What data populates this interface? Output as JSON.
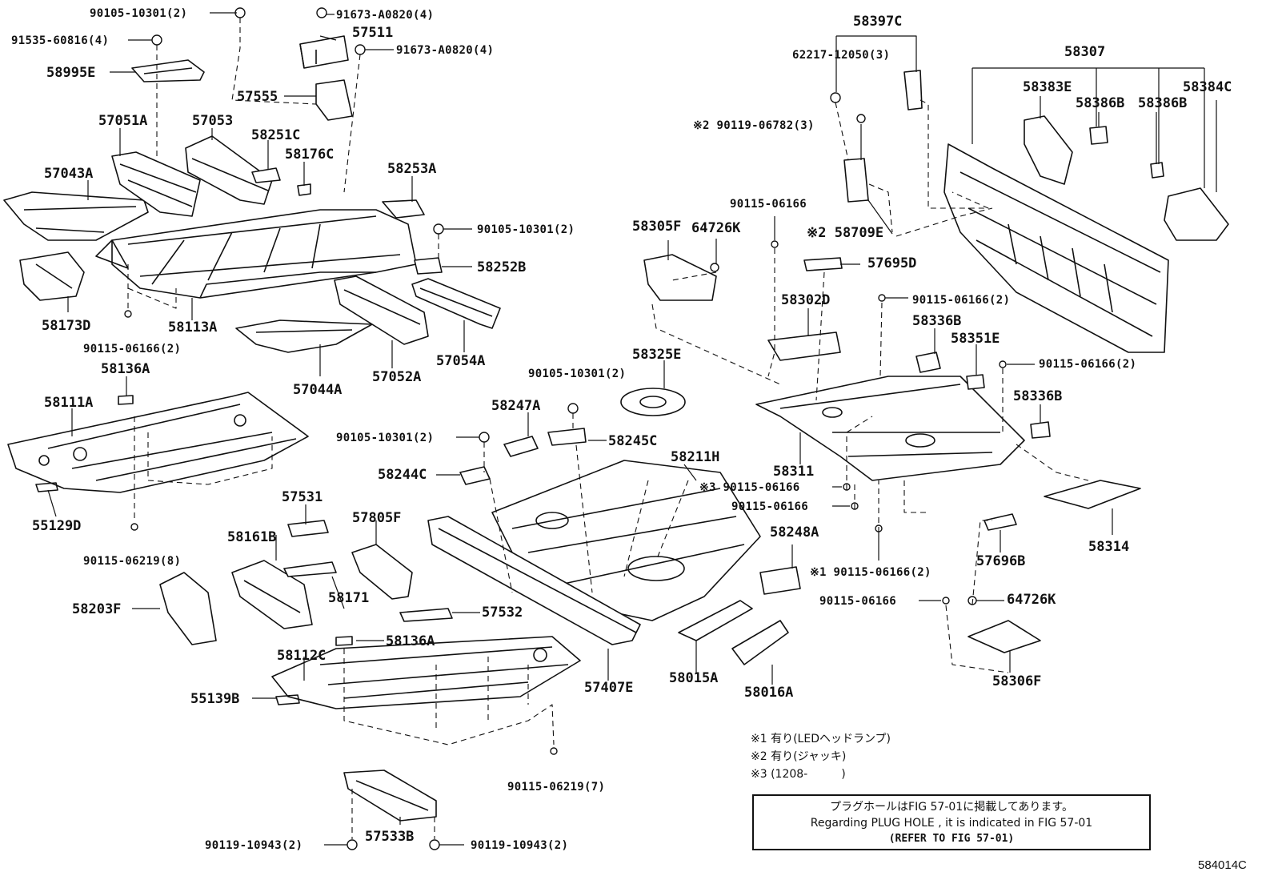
{
  "diagram": {
    "labels": {
      "l_90105_10301_tl": "90105-10301(2)",
      "l_91535_60816": "91535-60816(4)",
      "l_58995E": "58995E",
      "l_91673_a": "91673-A0820(4)",
      "l_57511": "57511",
      "l_91673_b": "91673-A0820(4)",
      "l_57555": "57555",
      "l_57051A": "57051A",
      "l_57053": "57053",
      "l_58251C": "58251C",
      "l_58176C": "58176C",
      "l_57043A": "57043A",
      "l_58253A": "58253A",
      "l_90105_10301_m": "90105-10301(2)",
      "l_58252B": "58252B",
      "l_58173D": "58173D",
      "l_58113A": "58113A",
      "l_90115_06166_l": "90115-06166(2)",
      "l_57044A": "57044A",
      "l_57052A": "57052A",
      "l_57054A": "57054A",
      "l_58136A_t": "58136A",
      "l_58111A": "58111A",
      "l_55129D": "55129D",
      "l_90115_06219_8": "90115-06219(8)",
      "l_57531": "57531",
      "l_58161B": "58161B",
      "l_57805F": "57805F",
      "l_58203F": "58203F",
      "l_58171": "58171",
      "l_57532": "57532",
      "l_58136A_b": "58136A",
      "l_58112C": "58112C",
      "l_55139B": "55139B",
      "l_57407E": "57407E",
      "l_90115_06219_7": "90115-06219(7)",
      "l_57533B": "57533B",
      "l_90119_10943_l": "90119-10943(2)",
      "l_90119_10943_r": "90119-10943(2)",
      "l_90105_10301_c1": "90105-10301(2)",
      "l_90105_10301_c2": "90105-10301(2)",
      "l_58247A": "58247A",
      "l_58245C": "58245C",
      "l_58244C": "58244C",
      "l_58325E": "58325E",
      "l_58211H": "58211H",
      "l_58248A": "58248A",
      "l_58015A": "58015A",
      "l_58016A": "58016A",
      "l_58397C": "58397C",
      "l_62217": "62217-12050(3)",
      "l_90119_06782": "※2 90119-06782(3)",
      "l_58709E": "※2 58709E",
      "l_90115_06166_c": "90115-06166",
      "l_58305F": "58305F",
      "l_64726K_t": "64726K",
      "l_57695D": "57695D",
      "l_58302D": "58302D",
      "l_90115_06166_r2": "90115-06166(2)",
      "l_58336B_t": "58336B",
      "l_58351E": "58351E",
      "l_90115_06166_r3": "90115-06166(2)",
      "l_58336B_b": "58336B",
      "l_58311": "58311",
      "l_90115_06166_x3": "※3 90115-06166",
      "l_90115_06166_b": "90115-06166",
      "l_90115_06166_x1": "※1 90115-06166(2)",
      "l_90115_06166_e": "90115-06166",
      "l_64726K_b": "64726K",
      "l_58306F": "58306F",
      "l_57696B": "57696B",
      "l_58314": "58314",
      "l_58307": "58307",
      "l_58383E": "58383E",
      "l_58386B_a": "58386B",
      "l_58386B_b": "58386B",
      "l_58384C": "58384C"
    },
    "notes": {
      "n1": "※1 有り(LEDヘッドランプ)",
      "n2": "※2 有り(ジャッキ)",
      "n3": "※3 (1208-　　　)"
    },
    "note_box": {
      "line1": "プラグホールはFIG 57-01に掲載してあります。",
      "line2": "Regarding  PLUG  HOLE , it is indicated in  FIG  57-01",
      "line3": "(REFER TO FIG 57-01)"
    },
    "figure_id": "584014C"
  }
}
